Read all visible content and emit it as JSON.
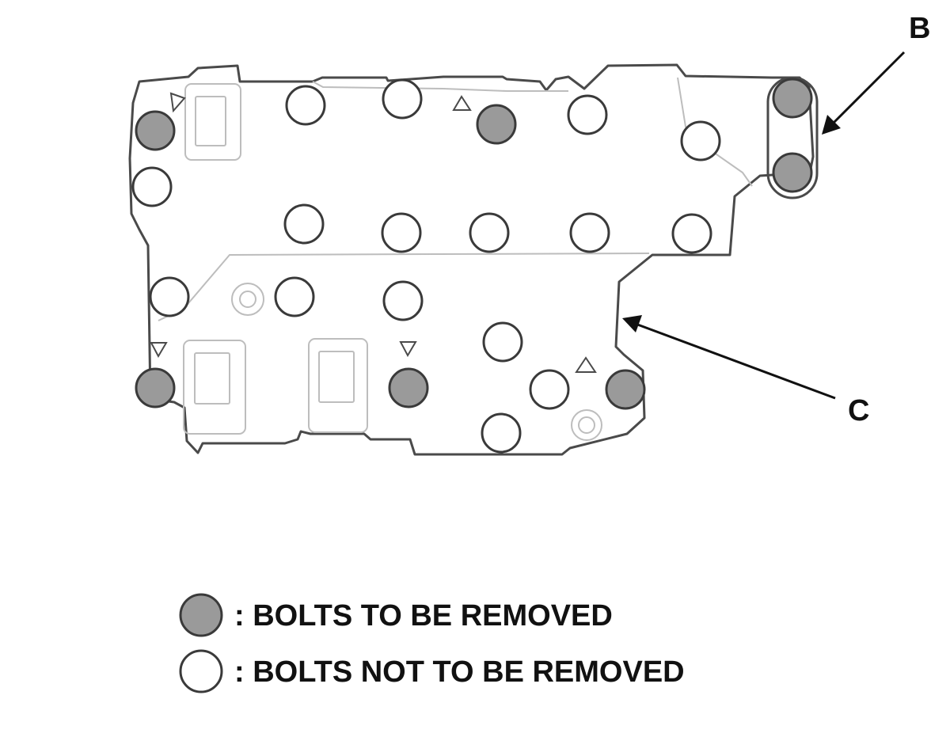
{
  "callouts": {
    "b": "B",
    "c": "C"
  },
  "legend": {
    "removed": {
      "label": ": BOLTS TO BE REMOVED",
      "fill": "#9a9a9a"
    },
    "not_removed": {
      "label": ": BOLTS NOT TO BE REMOVED",
      "fill": "#ffffff"
    }
  },
  "bolts": [
    {
      "id": "bolt-1",
      "remove": true
    },
    {
      "id": "bolt-2",
      "remove": false
    },
    {
      "id": "bolt-3",
      "remove": false
    },
    {
      "id": "bolt-4",
      "remove": false
    },
    {
      "id": "bolt-5",
      "remove": true
    },
    {
      "id": "bolt-6",
      "remove": false
    },
    {
      "id": "bolt-7",
      "remove": false
    },
    {
      "id": "bolt-8",
      "remove": true
    },
    {
      "id": "bolt-9",
      "remove": true
    },
    {
      "id": "bolt-10",
      "remove": false
    },
    {
      "id": "bolt-11",
      "remove": false
    },
    {
      "id": "bolt-12",
      "remove": false
    },
    {
      "id": "bolt-13",
      "remove": false
    },
    {
      "id": "bolt-14",
      "remove": false
    },
    {
      "id": "bolt-15",
      "remove": false
    },
    {
      "id": "bolt-16",
      "remove": false
    },
    {
      "id": "bolt-17",
      "remove": false
    },
    {
      "id": "bolt-18",
      "remove": true
    },
    {
      "id": "bolt-19",
      "remove": true
    },
    {
      "id": "bolt-20",
      "remove": false
    },
    {
      "id": "bolt-21",
      "remove": false
    },
    {
      "id": "bolt-22",
      "remove": true
    },
    {
      "id": "bolt-23",
      "remove": false
    }
  ],
  "colors": {
    "outline": "#4a4a4a",
    "detail": "#bdbdbd",
    "removed_fill": "#9a9a9a"
  }
}
